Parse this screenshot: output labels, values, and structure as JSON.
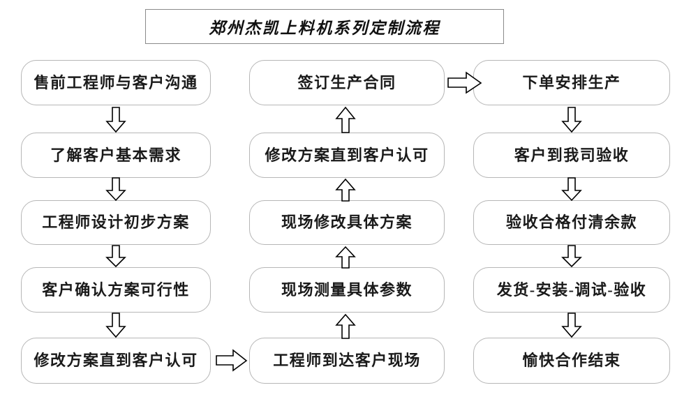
{
  "title": {
    "text": "郑州杰凯上料机系列定制流程"
  },
  "flow": {
    "columns": [
      {
        "name": "pre-sales-column",
        "direction": "top-to-bottom",
        "nodes": [
          {
            "id": "n1",
            "label": "售前工程师与客户沟通"
          },
          {
            "id": "n2",
            "label": "了解客户基本需求"
          },
          {
            "id": "n3",
            "label": "工程师设计初步方案"
          },
          {
            "id": "n4",
            "label": "客户确认方案可行性"
          },
          {
            "id": "n5",
            "label": "修改方案直到客户认可"
          }
        ]
      },
      {
        "name": "on-site-column",
        "direction": "bottom-to-top",
        "nodes": [
          {
            "id": "n6",
            "label": "签订生产合同"
          },
          {
            "id": "n7",
            "label": "修改方案直到客户认可"
          },
          {
            "id": "n8",
            "label": "现场修改具体方案"
          },
          {
            "id": "n9",
            "label": "现场测量具体参数"
          },
          {
            "id": "n10",
            "label": "工程师到达客户现场"
          }
        ]
      },
      {
        "name": "production-column",
        "direction": "top-to-bottom",
        "nodes": [
          {
            "id": "n11",
            "label": "下单安排生产"
          },
          {
            "id": "n12",
            "label": "客户到我司验收"
          },
          {
            "id": "n13",
            "label": "验收合格付清余款"
          },
          {
            "id": "n14",
            "label": "发货-安装-调试-验收"
          },
          {
            "id": "n15",
            "label": "愉快合作结束"
          }
        ]
      }
    ],
    "connectors": [
      {
        "id": "c1",
        "from": "n1",
        "to": "n2",
        "direction": "down"
      },
      {
        "id": "c2",
        "from": "n2",
        "to": "n3",
        "direction": "down"
      },
      {
        "id": "c3",
        "from": "n3",
        "to": "n4",
        "direction": "down"
      },
      {
        "id": "c4",
        "from": "n4",
        "to": "n5",
        "direction": "down"
      },
      {
        "id": "c5",
        "from": "n5",
        "to": "n10",
        "direction": "right"
      },
      {
        "id": "c6",
        "from": "n10",
        "to": "n9",
        "direction": "up"
      },
      {
        "id": "c7",
        "from": "n9",
        "to": "n8",
        "direction": "up"
      },
      {
        "id": "c8",
        "from": "n8",
        "to": "n7",
        "direction": "up"
      },
      {
        "id": "c9",
        "from": "n7",
        "to": "n6",
        "direction": "up"
      },
      {
        "id": "c10",
        "from": "n6",
        "to": "n11",
        "direction": "right"
      },
      {
        "id": "c11",
        "from": "n11",
        "to": "n12",
        "direction": "down"
      },
      {
        "id": "c12",
        "from": "n12",
        "to": "n13",
        "direction": "down"
      },
      {
        "id": "c13",
        "from": "n13",
        "to": "n14",
        "direction": "down"
      },
      {
        "id": "c14",
        "from": "n14",
        "to": "n15",
        "direction": "down"
      }
    ]
  },
  "colors": {
    "background": "#ffffff",
    "node_border": "#b6b6b6",
    "title_border": "#8a8a8a",
    "text": "#1a1a1a",
    "arrow_stroke": "#000000",
    "arrow_fill": "#ffffff"
  }
}
